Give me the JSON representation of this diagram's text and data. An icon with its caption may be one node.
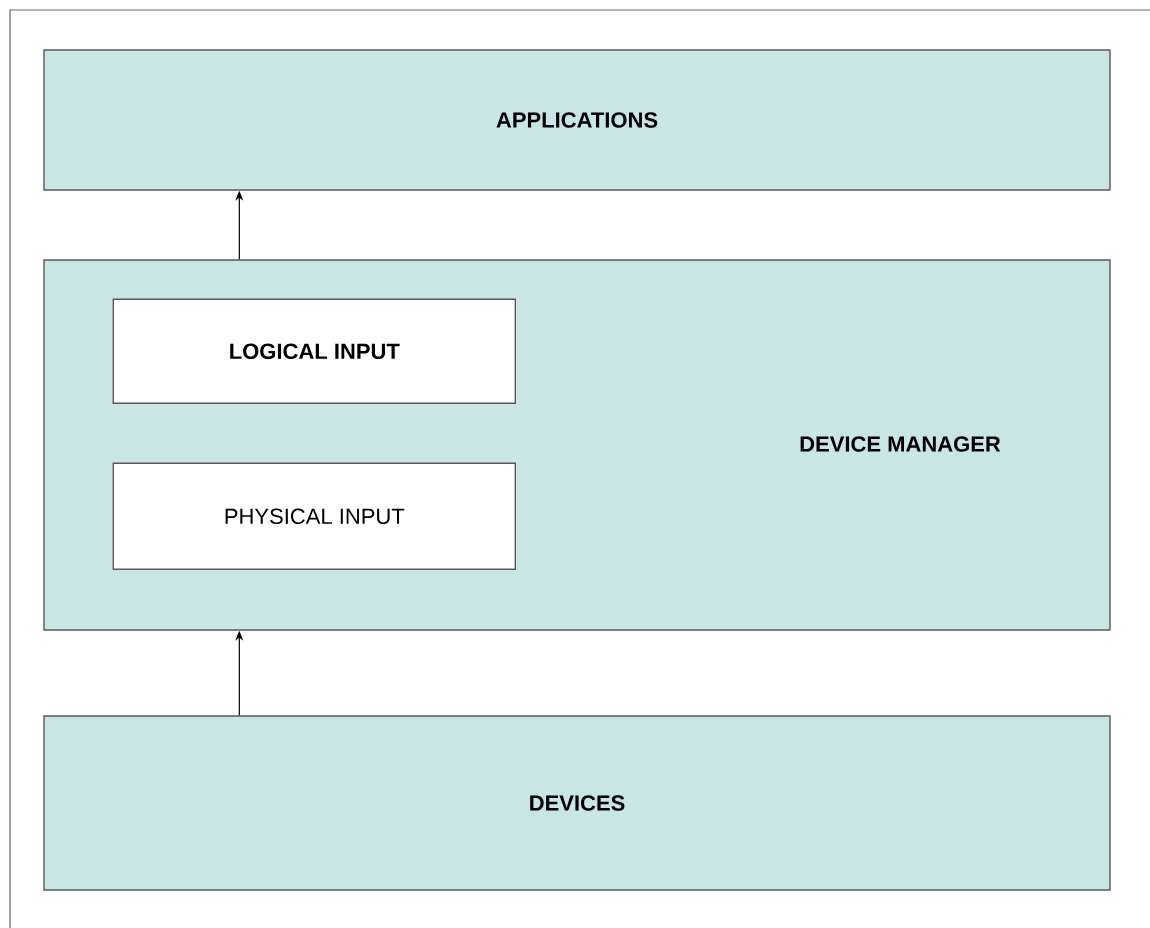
{
  "diagram": {
    "nodes": [
      {
        "text": [
          "APPLICATIONS"
        ]
      },
      {
        "text": [
          "DEVICE MANAGER"
        ]
      },
      {
        "text": [
          "LOGICAL INPUT"
        ],
        "in": 1
      },
      {
        "text": [
          "PHYSICAL INPUT"
        ],
        "in": 1
      },
      {
        "text": [
          "DEVICES"
        ]
      }
    ],
    "edges": [
      {
        "from": 1,
        "to": 0,
        "arrow": "to"
      },
      {
        "from": 4,
        "to": 1,
        "arrow": "to"
      }
    ]
  }
}
